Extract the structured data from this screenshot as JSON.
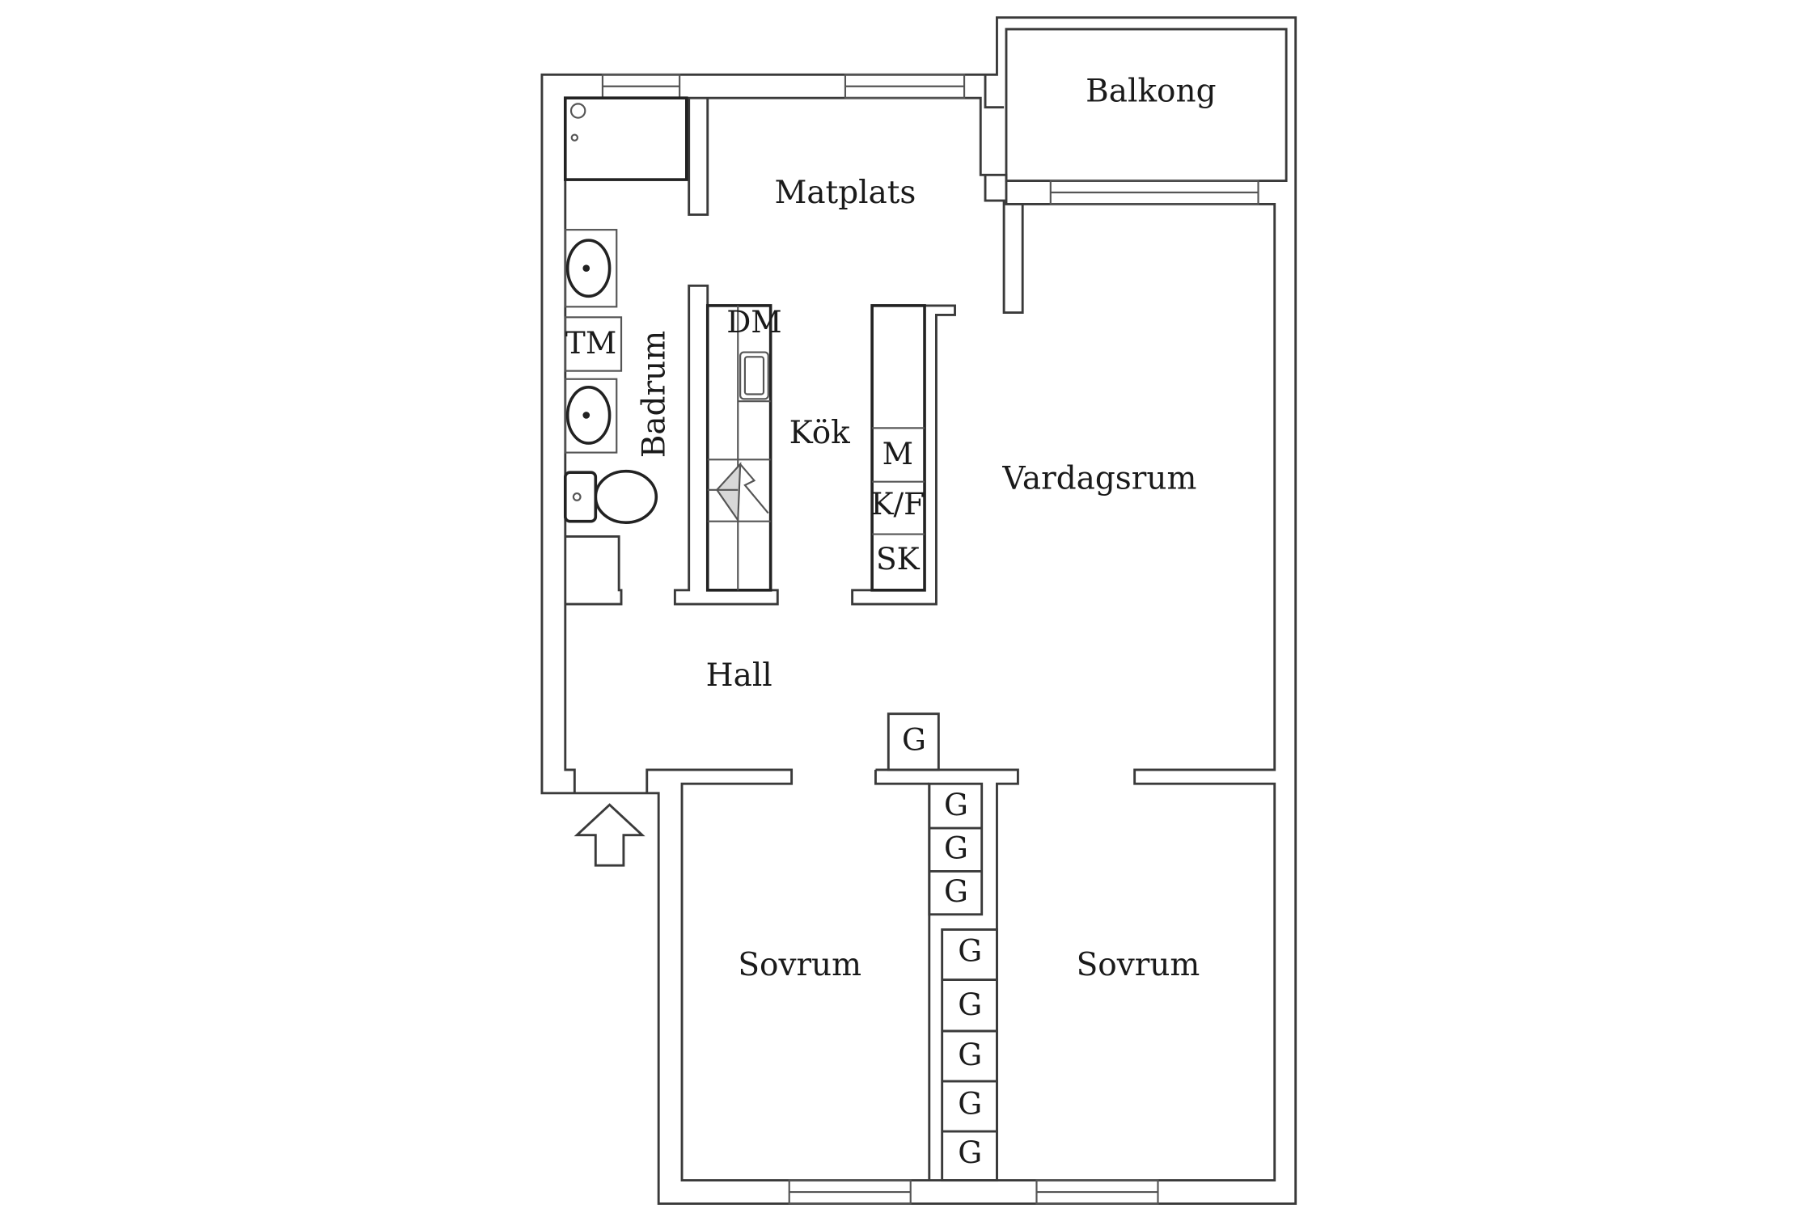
{
  "rooms": {
    "balcony": "Balkong",
    "dining": "Matplats",
    "kitchen": "Kök",
    "bathroom": "Badrum",
    "living": "Vardagsrum",
    "hall": "Hall",
    "bedroom_left": "Sovrum",
    "bedroom_right": "Sovrum"
  },
  "appliances": {
    "dishwasher": "DM",
    "washer": "TM",
    "microwave": "M",
    "fridge_freezer": "K/F",
    "cabinet": "SK"
  },
  "wardrobes": {
    "hall": "G",
    "column_upper": [
      "G",
      "G",
      "G"
    ],
    "column_lower": [
      "G",
      "G",
      "G",
      "G",
      "G"
    ]
  }
}
